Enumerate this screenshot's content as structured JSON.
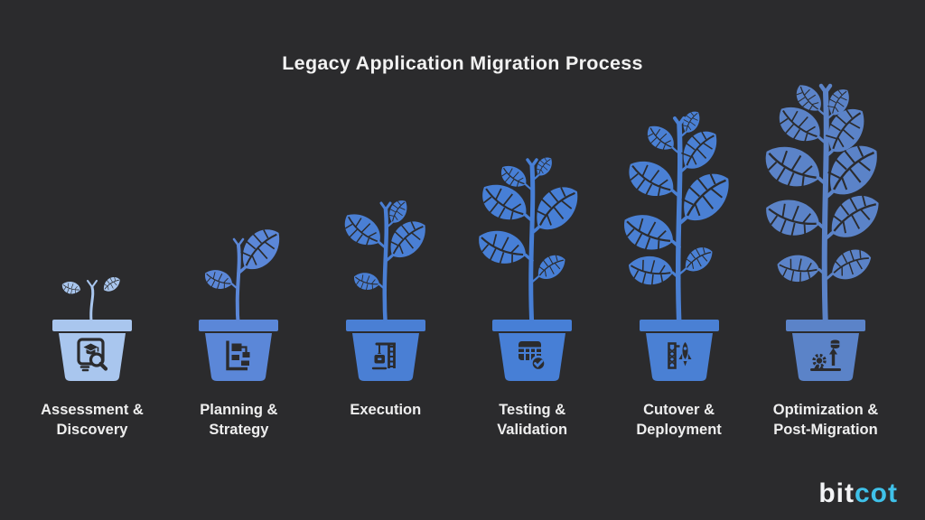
{
  "title": "Legacy Application Migration Process",
  "background_color": "#2b2b2d",
  "title_color": "#f2f2f2",
  "label_color": "#efefef",
  "stages": [
    {
      "id": "assessment-discovery",
      "label": "Assessment &\nDiscovery",
      "icon": "assessment-search-icon",
      "color": "#a9c6ee",
      "growth_level": 1
    },
    {
      "id": "planning-strategy",
      "label": "Planning &\nStrategy",
      "icon": "planning-blocks-icon",
      "color": "#5b87d8",
      "growth_level": 2
    },
    {
      "id": "execution",
      "label": "Execution",
      "icon": "crane-icon",
      "color": "#4a7fd4",
      "growth_level": 3
    },
    {
      "id": "testing-validation",
      "label": "Testing &\nValidation",
      "icon": "checklist-check-icon",
      "color": "#477fd6",
      "growth_level": 4
    },
    {
      "id": "cutover-deployment",
      "label": "Cutover &\nDeployment",
      "icon": "rocket-launch-icon",
      "color": "#4a80d4",
      "growth_level": 5
    },
    {
      "id": "optimization-post-migration",
      "label": "Optimization &\nPost-Migration",
      "icon": "gear-upgrade-icon",
      "color": "#5b83c8",
      "growth_level": 6
    }
  ],
  "logo": {
    "bit": "bit",
    "cot": "cot",
    "cyan_color": "#3fc1e9",
    "white_color": "#f3f4f6"
  }
}
